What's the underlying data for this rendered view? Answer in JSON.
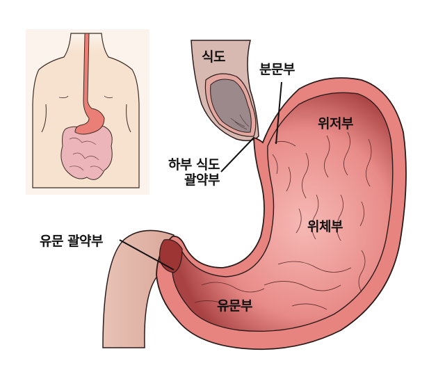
{
  "figure": {
    "title": "Stomach anatomy",
    "inset": {
      "description": "Torso showing esophagus, stomach and intestines"
    },
    "labels": {
      "esophagus": "식도",
      "cardia": "분문부",
      "lower_esophageal_sphincter_line1": "하부 식도",
      "lower_esophageal_sphincter_line2": "괄약부",
      "fundus": "위저부",
      "body": "위체부",
      "pyloric_sphincter": "유문 괄약부",
      "pylorus": "유문부"
    },
    "colors": {
      "skin": "#f5dcc4",
      "stomach_wall": "#e57f7a",
      "stomach_inner": "#f0a8a4",
      "stomach_dark": "#a83c3c",
      "esophagus": "#d9bcb3",
      "esophagus_inner": "#9e8a8c",
      "intestine": "#e9b4b8",
      "duodenum": "#e6b9aa",
      "outline": "#2b1a1a"
    }
  }
}
